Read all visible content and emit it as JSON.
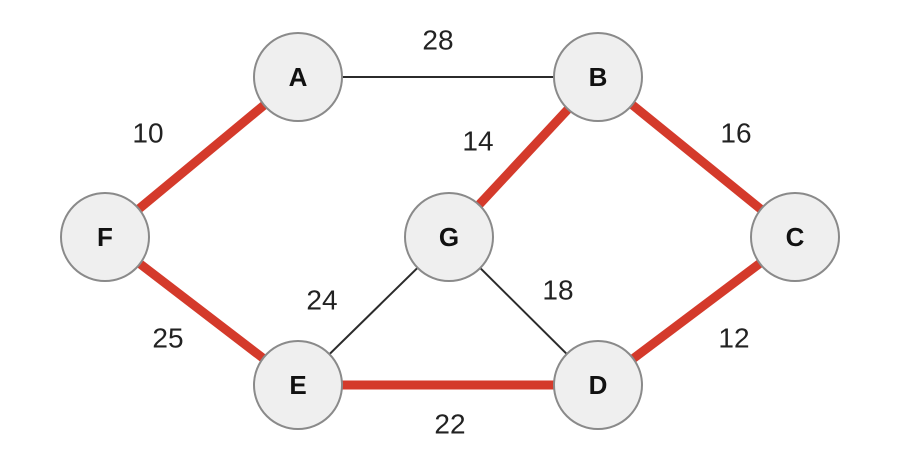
{
  "graph": {
    "colors": {
      "highlight_edge": "#d43a2b",
      "plain_edge": "#2b2b2b",
      "node_fill": "#efefef",
      "node_stroke": "#8a8a8a"
    },
    "nodes": [
      "A",
      "B",
      "C",
      "D",
      "E",
      "F",
      "G"
    ],
    "edges": [
      {
        "from": "A",
        "to": "B",
        "weight": "28",
        "highlighted": false
      },
      {
        "from": "F",
        "to": "A",
        "weight": "10",
        "highlighted": true
      },
      {
        "from": "B",
        "to": "G",
        "weight": "14",
        "highlighted": true
      },
      {
        "from": "B",
        "to": "C",
        "weight": "16",
        "highlighted": true
      },
      {
        "from": "F",
        "to": "E",
        "weight": "25",
        "highlighted": true
      },
      {
        "from": "G",
        "to": "E",
        "weight": "24",
        "highlighted": false
      },
      {
        "from": "G",
        "to": "D",
        "weight": "18",
        "highlighted": false
      },
      {
        "from": "C",
        "to": "D",
        "weight": "12",
        "highlighted": true
      },
      {
        "from": "E",
        "to": "D",
        "weight": "22",
        "highlighted": true
      }
    ]
  }
}
